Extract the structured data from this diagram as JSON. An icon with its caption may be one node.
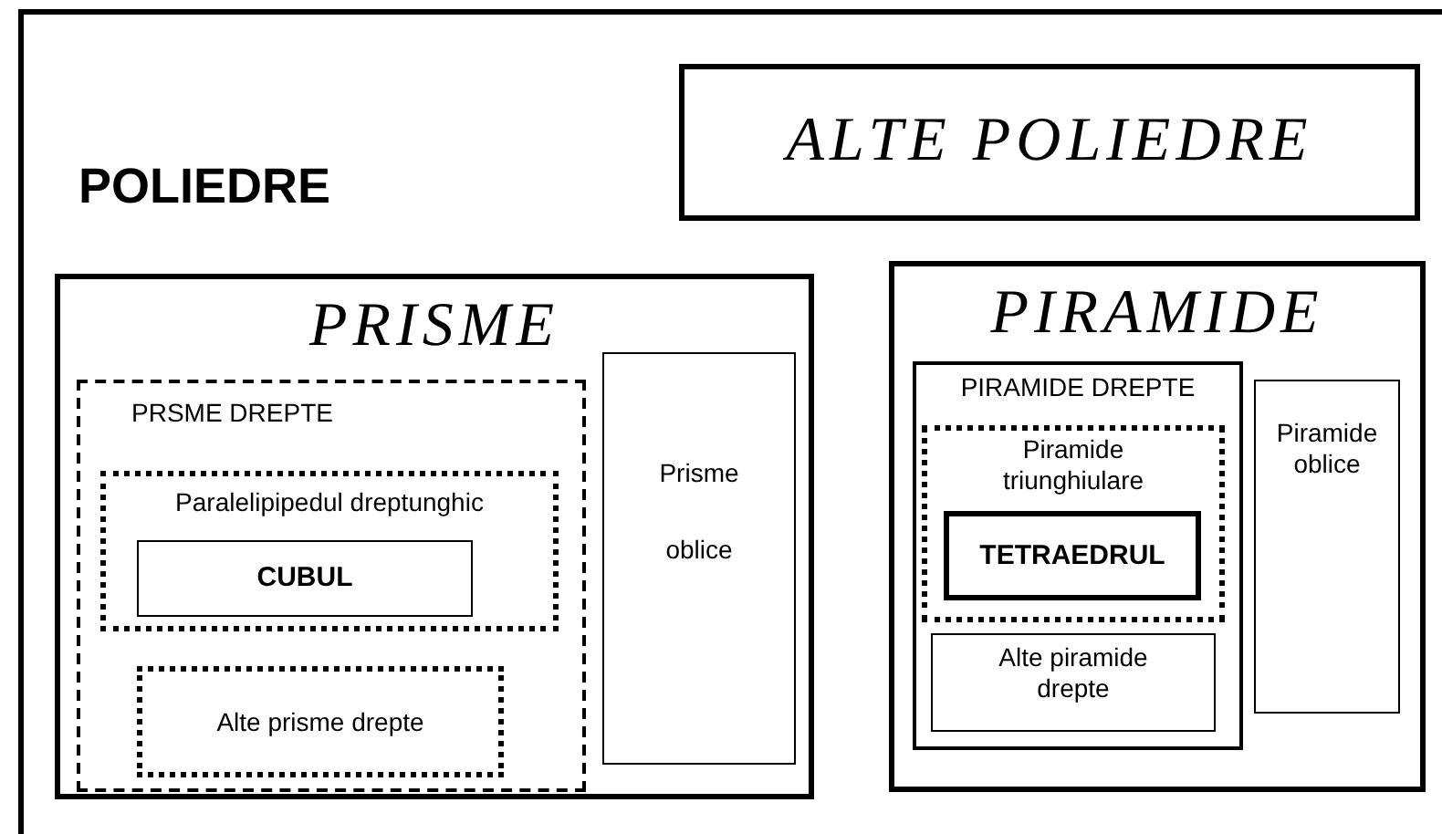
{
  "diagram": {
    "nodes": [
      {
        "text": [
          "POLIEDRE"
        ]
      },
      {
        "text": [
          "ALTE POLIEDRE"
        ],
        "in": 0
      },
      {
        "text": [
          "PRISME"
        ],
        "in": 0
      },
      {
        "text": [
          "PRSME DREPTE"
        ],
        "in": 2
      },
      {
        "text": [
          "Paralelipipedul dreptunghic"
        ],
        "in": 3
      },
      {
        "text": [
          "CUBUL"
        ],
        "in": 4
      },
      {
        "text": [
          "Alte prisme drepte"
        ],
        "in": 3
      },
      {
        "text": [
          "Prisme oblice"
        ],
        "in": 2
      },
      {
        "text": [
          "PIRAMIDE"
        ],
        "in": 0
      },
      {
        "text": [
          "PIRAMIDE DREPTE"
        ],
        "in": 8
      },
      {
        "text": [
          "Piramide triunghiulare"
        ],
        "in": 9
      },
      {
        "text": [
          "TETRAEDRUL"
        ],
        "in": 10
      },
      {
        "text": [
          "Alte piramide drepte"
        ],
        "in": 9
      },
      {
        "text": [
          "Piramide oblice"
        ],
        "in": 8
      }
    ]
  }
}
